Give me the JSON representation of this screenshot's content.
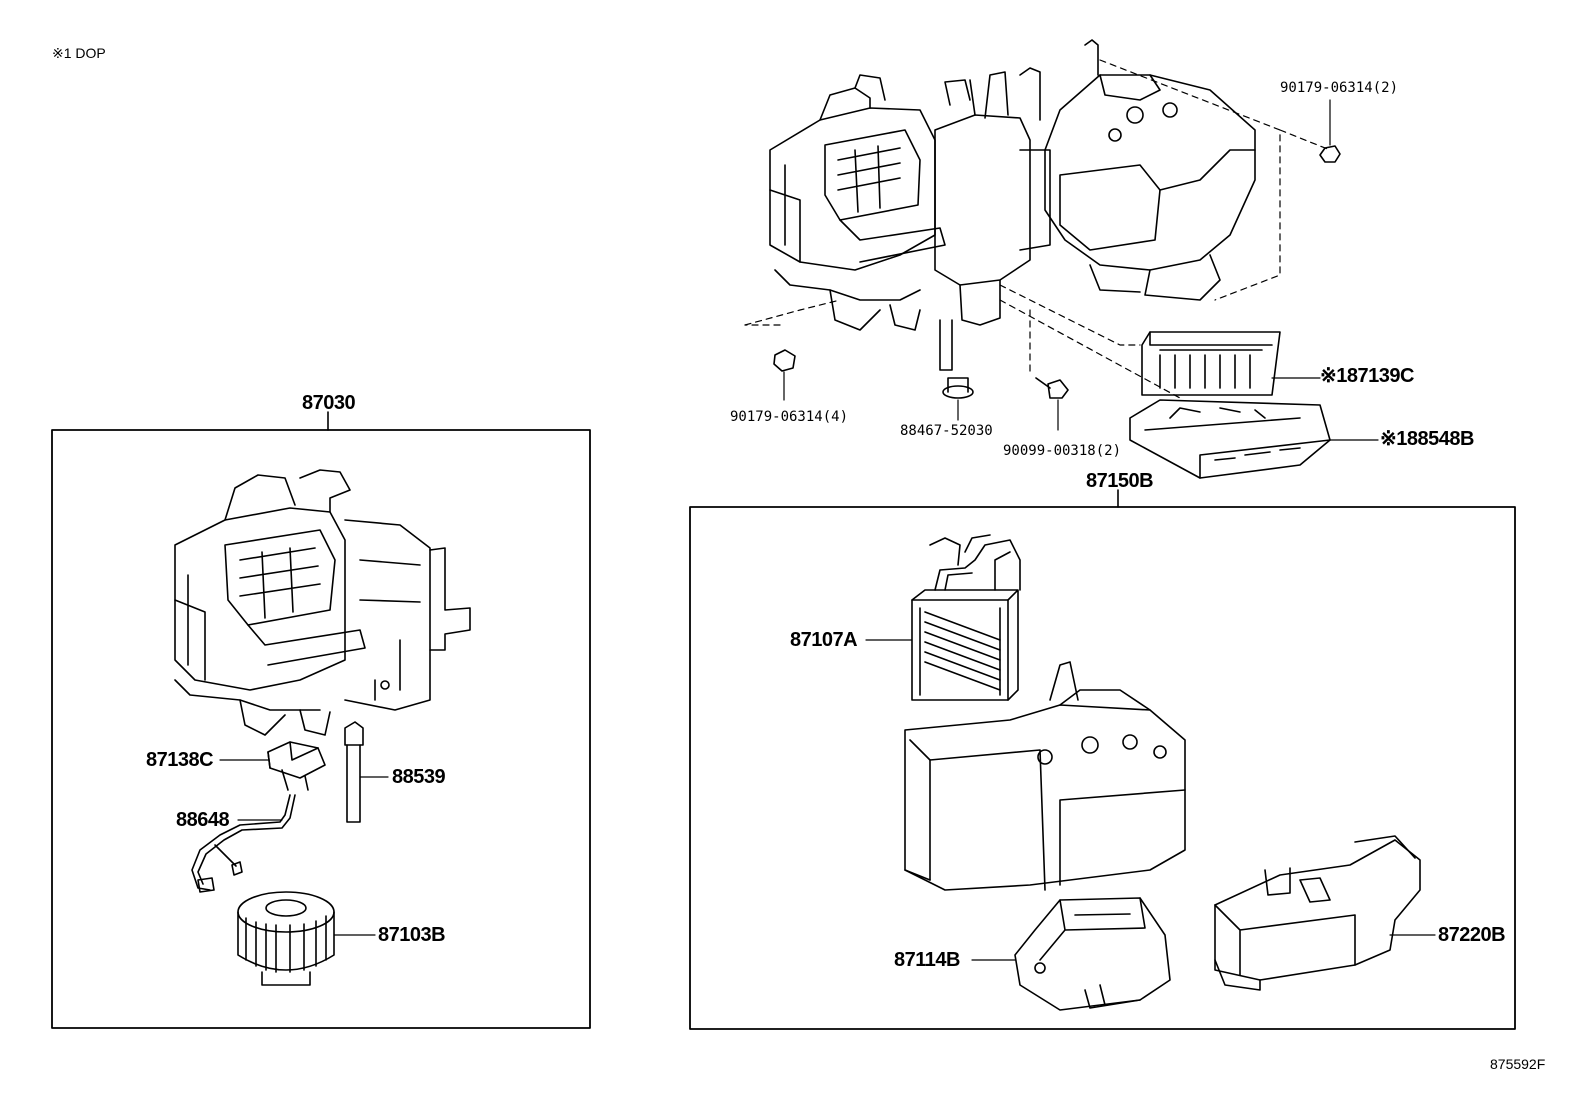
{
  "note": "※1 DOP",
  "drawing_code": "875592F",
  "labels": {
    "p90179_2": "90179-06314(2)",
    "p90179_4": "90179-06314(4)",
    "p88467": "88467-52030",
    "p90099": "90099-00318(2)",
    "p87139c": "※187139C",
    "p88548b": "※188548B",
    "p87030": "87030",
    "p87138c": "87138C",
    "p88539": "88539",
    "p88648": "88648",
    "p87103b": "87103B",
    "p87150b": "87150B",
    "p87107a": "87107A",
    "p87114b": "87114B",
    "p87220b": "87220B"
  }
}
